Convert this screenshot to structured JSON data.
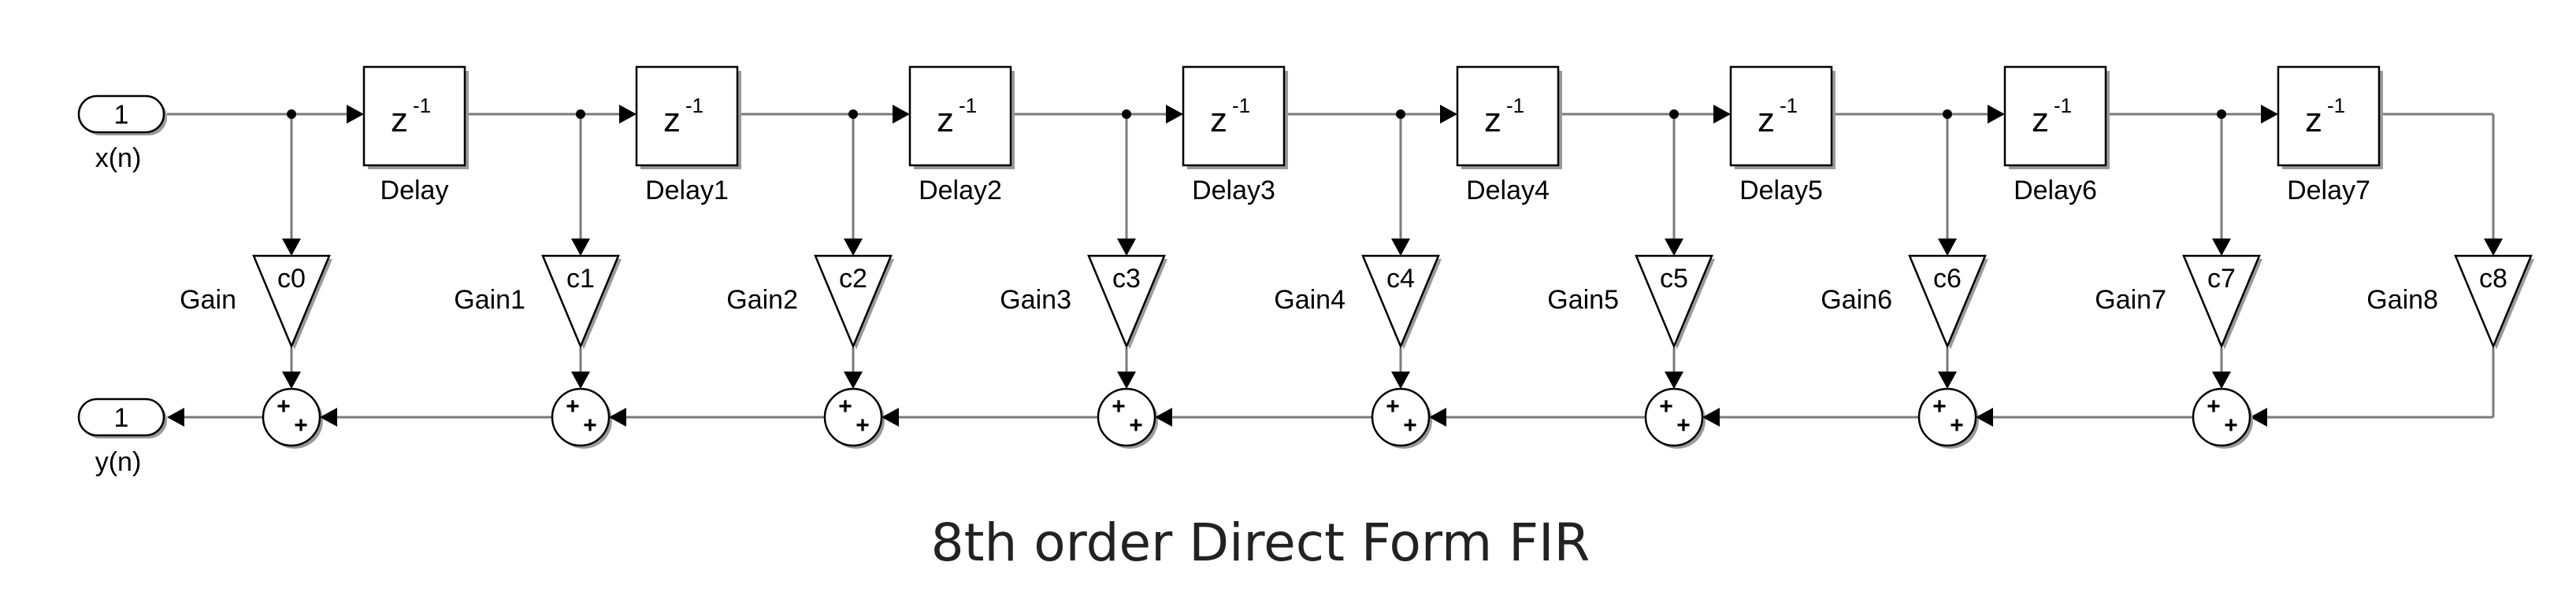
{
  "diagram": {
    "title": "8th order Direct Form FIR",
    "input_port": {
      "number": "1",
      "signal": "x(n)"
    },
    "output_port": {
      "number": "1",
      "signal": "y(n)"
    },
    "delay_symbol": "z",
    "delay_exponent": "-1",
    "sum_signs": [
      "+",
      "+"
    ],
    "delays": [
      "Delay",
      "Delay1",
      "Delay2",
      "Delay3",
      "Delay4",
      "Delay5",
      "Delay6",
      "Delay7"
    ],
    "gains": [
      {
        "name": "Gain",
        "coef": "c0"
      },
      {
        "name": "Gain1",
        "coef": "c1"
      },
      {
        "name": "Gain2",
        "coef": "c2"
      },
      {
        "name": "Gain3",
        "coef": "c3"
      },
      {
        "name": "Gain4",
        "coef": "c4"
      },
      {
        "name": "Gain5",
        "coef": "c5"
      },
      {
        "name": "Gain6",
        "coef": "c6"
      },
      {
        "name": "Gain7",
        "coef": "c7"
      },
      {
        "name": "Gain8",
        "coef": "c8"
      }
    ]
  }
}
